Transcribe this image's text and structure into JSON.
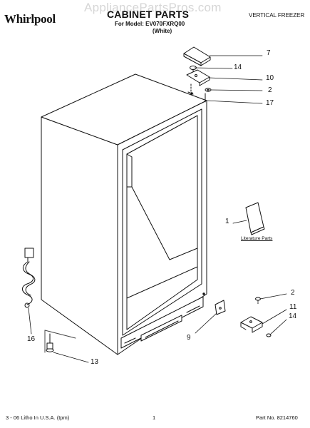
{
  "header": {
    "brand": "Whirlpool",
    "watermark": "AppliancePartsPros.com",
    "title": "CABINET PARTS",
    "model_line": "For Model: EV070FXRQ00",
    "color_line": "(White)",
    "category": "VERTICAL FREEZER"
  },
  "diagram": {
    "literature_label": "Literature Parts",
    "callouts": {
      "c7": "7",
      "c14a": "14",
      "c10": "10",
      "c2a": "2",
      "c17": "17",
      "c1": "1",
      "c2b": "2",
      "c11": "11",
      "c14b": "14",
      "c9": "9",
      "c16": "16",
      "c13": "13"
    }
  },
  "footer": {
    "left": "3 - 06 Litho In U.S.A. (tpm)",
    "center": "1",
    "right": "Part No. 8214760"
  }
}
